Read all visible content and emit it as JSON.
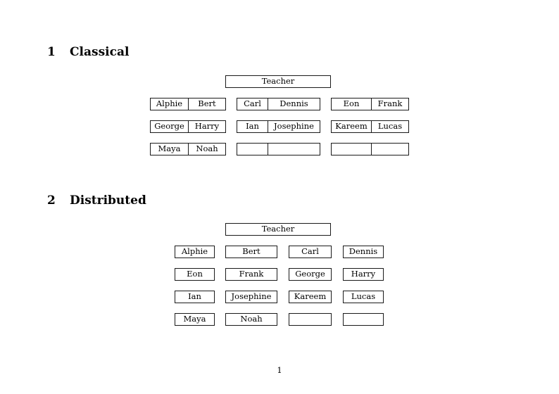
{
  "document": {
    "page_number": "1",
    "background_color": "#ffffff",
    "text_color": "#000000",
    "border_color": "#1a1a1a"
  },
  "sections": [
    {
      "number": "1",
      "title": "Classical",
      "teacher_label": "Teacher",
      "layout": "paired-groups",
      "groups": [
        {
          "rows": [
            {
              "left": "Alphie",
              "right": "Bert"
            },
            {
              "left": "George",
              "right": "Harry"
            },
            {
              "left": "Maya",
              "right": "Noah"
            }
          ]
        },
        {
          "rows": [
            {
              "left": "Carl",
              "right": "Dennis"
            },
            {
              "left": "Ian",
              "right": "Josephine"
            },
            {
              "left": "",
              "right": ""
            }
          ]
        },
        {
          "rows": [
            {
              "left": "Eon",
              "right": "Frank"
            },
            {
              "left": "Kareem",
              "right": "Lucas"
            },
            {
              "left": "",
              "right": ""
            }
          ]
        }
      ]
    },
    {
      "number": "2",
      "title": "Distributed",
      "teacher_label": "Teacher",
      "layout": "single-boxes",
      "rows": [
        [
          "Alphie",
          "Bert",
          "Carl",
          "Dennis"
        ],
        [
          "Eon",
          "Frank",
          "George",
          "Harry"
        ],
        [
          "Ian",
          "Josephine",
          "Kareem",
          "Lucas"
        ],
        [
          "Maya",
          "Noah",
          "",
          ""
        ]
      ]
    }
  ]
}
